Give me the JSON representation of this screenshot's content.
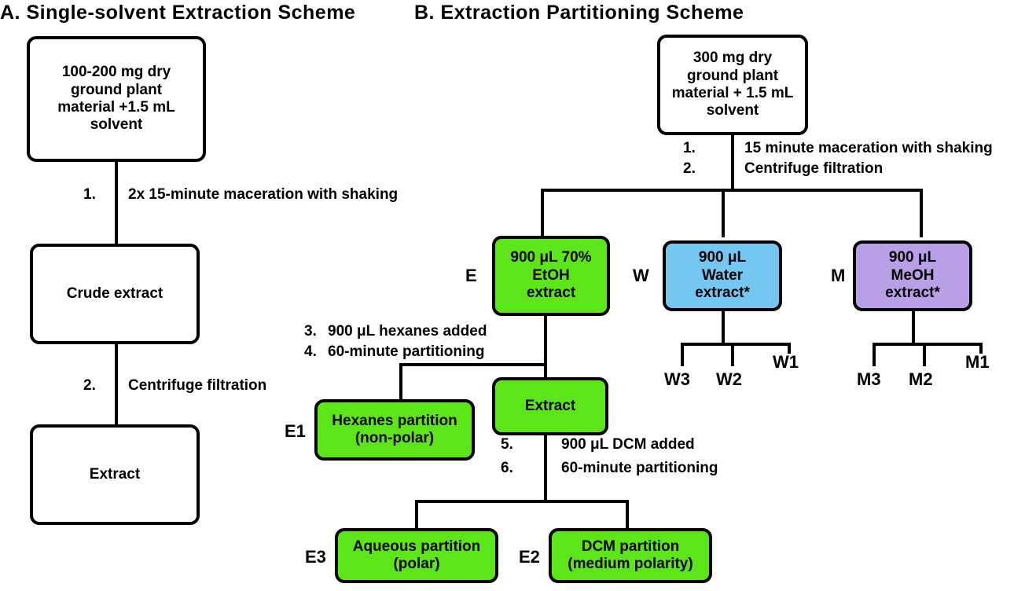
{
  "panels": {
    "a_title": "A. Single-solvent Extraction Scheme",
    "b_title": "B. Extraction Partitioning Scheme"
  },
  "panel_a": {
    "nodes": [
      {
        "id": "start",
        "text": "100-200 mg dry ground plant material +1.5 mL solvent"
      },
      {
        "id": "crude",
        "text": "Crude extract"
      },
      {
        "id": "extract",
        "text": "Extract"
      }
    ],
    "steps": [
      {
        "num": "1.",
        "text": "2x 15-minute maceration with shaking"
      },
      {
        "num": "2.",
        "text": "Centrifuge filtration"
      }
    ]
  },
  "panel_b": {
    "start_node": "300 mg dry ground plant material + 1.5 mL solvent",
    "steps": [
      {
        "num": "1.",
        "text": "15 minute maceration with shaking"
      },
      {
        "num": "2.",
        "text": "Centrifuge filtration"
      },
      {
        "num": "3.",
        "text": "900 μL hexanes added"
      },
      {
        "num": "4.",
        "text": "60-minute partitioning"
      },
      {
        "num": "5.",
        "text": "900 μL DCM added"
      },
      {
        "num": "6.",
        "text": "60-minute partitioning"
      }
    ],
    "branches": [
      {
        "tag": "E",
        "line1": "900 μL 70%",
        "line2": "EtOH",
        "line3": "extract",
        "color": "#5ce619"
      },
      {
        "tag": "W",
        "line1": "900 μL",
        "line2": "Water",
        "line3": "extract*",
        "color": "#73c7f0"
      },
      {
        "tag": "M",
        "line1": "900 μL",
        "line2": "MeOH",
        "line3": "extract*",
        "color": "#b9a0e6"
      }
    ],
    "water_fractions": [
      "W3",
      "W2",
      "W1"
    ],
    "meoh_fractions": [
      "M3",
      "M2",
      "M1"
    ],
    "partitions": [
      {
        "tag": "E1",
        "line1": "Hexanes partition",
        "line2": "(non-polar)"
      },
      {
        "tag": "E2",
        "line1": "DCM partition",
        "line2": "(medium polarity)"
      },
      {
        "tag": "E3",
        "line1": "Aqueous partition",
        "line2": "(polar)"
      }
    ],
    "extract_node": "Extract"
  }
}
